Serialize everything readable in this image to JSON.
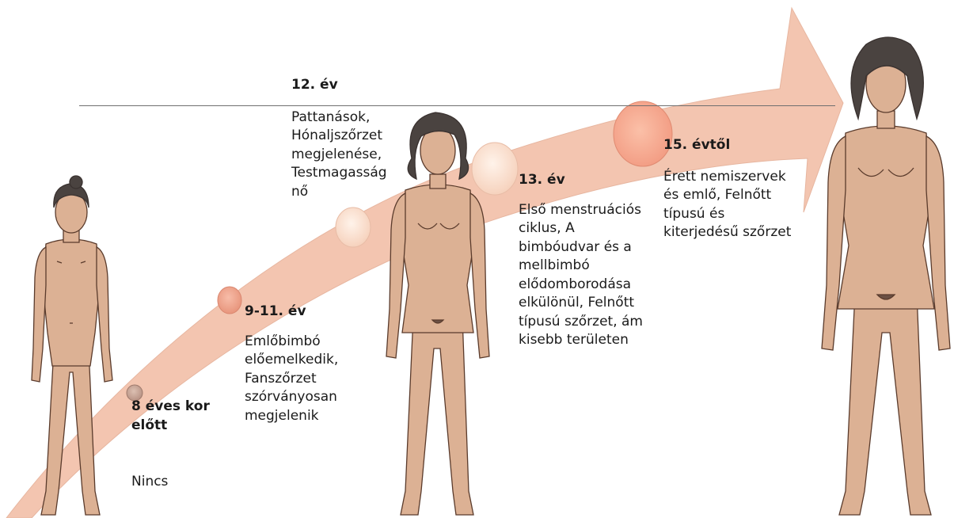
{
  "colors": {
    "arrow": "#f3c5b0",
    "skin": "#dcb194",
    "skin_shadow": "#c99a7c",
    "outline": "#5a3b2c",
    "hair": "#4a4340",
    "line": "#6f6f6f",
    "bubble_small": "#c9a89a",
    "bubble_peach": "#f0a58f",
    "bubble_light": "#fbe2d3",
    "bubble_large": "#f5a68e"
  },
  "stages": {
    "s1": {
      "title": "8 éves kor előtt",
      "desc": "Nincs"
    },
    "s2": {
      "title": "9-11. év",
      "desc": "Emlőbimbó előemelkedik, Fanszőrzet szórványosan megjelenik"
    },
    "s3": {
      "title": "12. év",
      "desc": "Pattanások, Hónaljszőrzet megjelenése, Testmagasság nő"
    },
    "s4": {
      "title": "13. év",
      "desc": "Első menstruációs ciklus, A bimbóudvar és a mellbimbó elődomborodása elkülönül, Felnőtt típusú szőrzet, ám kisebb területen"
    },
    "s5": {
      "title": "15. évtől",
      "desc": "Érett nemiszervek és emlő, Felnőtt típusú és kiterjedésű szőrzet"
    }
  },
  "figures": [
    "child-figure",
    "teen-figure",
    "adult-figure"
  ]
}
